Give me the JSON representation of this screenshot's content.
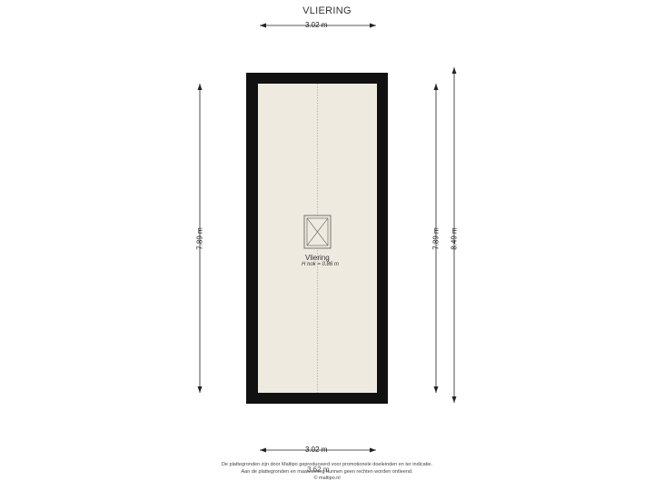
{
  "title": "VLIERING",
  "dimensions": {
    "top_width": "3.02 m",
    "bottom_width": "3.02 m",
    "bottom_inner_width": "3.62 m",
    "left_height": "7.89 m",
    "right_inner_height": "7.89 m",
    "right_outer_height": "8.49 m"
  },
  "room": {
    "name": "Vliering",
    "ridge_height": "H nok = 0.86 m"
  },
  "disclaimer": {
    "line1": "De plattegronden zijn door Maltipo geproduceerd voor promotionele doeleinden en ter indicatie.",
    "line2": "Aan de plattegronden en maatvoering kunnen geen rechten worden ontleend.",
    "line3": "© maltipo.nl"
  },
  "colors": {
    "wall": "#111111",
    "floor": "#efeae0",
    "line": "#222222"
  }
}
